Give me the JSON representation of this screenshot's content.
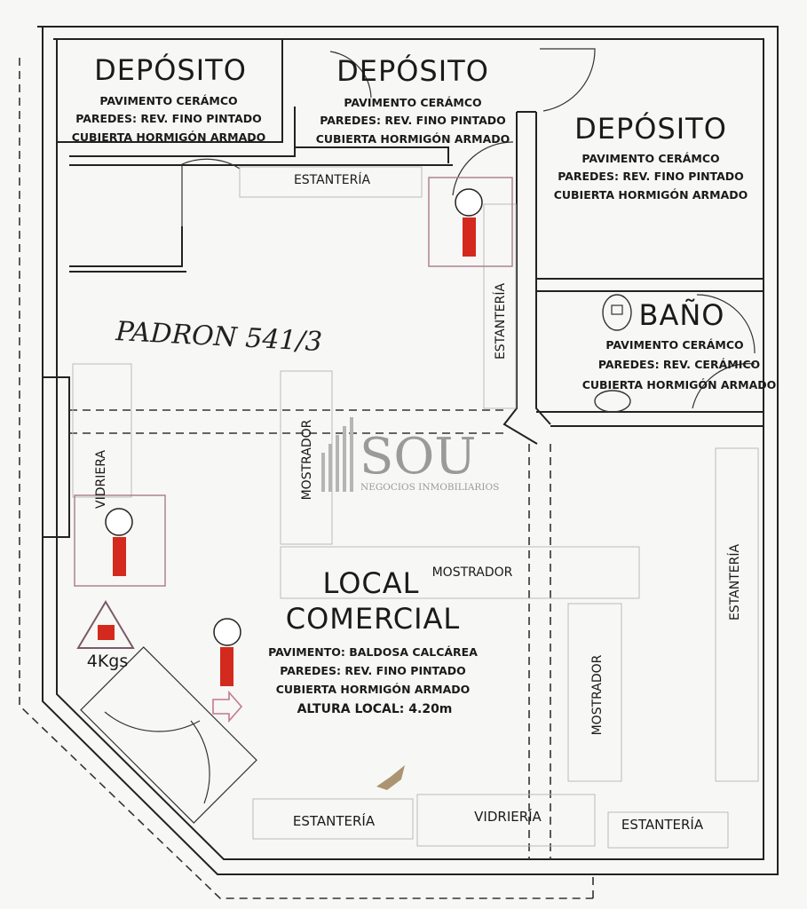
{
  "rooms": {
    "deposito_1": {
      "title": "DEPÓSITO",
      "lines": [
        "PAVIMENTO CERÁMCO",
        "PAREDES: REV. FINO PINTADO",
        "CUBIERTA HORMIGÓN ARMADO"
      ]
    },
    "deposito_2": {
      "title": "DEPÓSITO",
      "lines": [
        "PAVIMENTO CERÁMCO",
        "PAREDES: REV. FINO PINTADO",
        "CUBIERTA HORMIGÓN ARMADO"
      ]
    },
    "deposito_3": {
      "title": "DEPÓSITO",
      "lines": [
        "PAVIMENTO CERÁMCO",
        "PAREDES: REV. FINO PINTADO",
        "CUBIERTA HORMIGÓN ARMADO"
      ]
    },
    "bano": {
      "title": "BAÑO",
      "lines": [
        "PAVIMENTO CERÁMCO",
        "PAREDES: REV. CERÁMICO",
        "CUBIERTA HORMIGÓN ARMADO"
      ]
    },
    "local": {
      "title_1": "LOCAL",
      "title_2": "COMERCIAL",
      "lines": [
        "PAVIMENTO: BALDOSA CALCÁREA",
        "PAREDES: REV. FINO PINTADO",
        "CUBIERTA HORMIGÓN ARMADO",
        "ALTURA LOCAL: 4.20m"
      ]
    }
  },
  "labels": {
    "estanteria_top": "ESTANTERÍA",
    "estanteria_vertical_center": "ESTANTERÍA",
    "estanteria_right": "ESTANTERÍA",
    "estanteria_bottom_left": "ESTANTERÍA",
    "estanteria_bottom_right": "ESTANTERÍA",
    "vidriera_left": "VIDRIERA",
    "vidriera_bottom": "VIDRIERÍA",
    "mostrador_center": "MOSTRADOR",
    "mostrador_top": "MOSTRADOR",
    "mostrador_right": "MOSTRADOR",
    "extinguisher_weight": "4Kgs"
  },
  "handwritten": "PADRON 541/3",
  "watermark": {
    "brand": "SOU",
    "tagline": "NEGOCIOS INMOBILIARIOS"
  },
  "colors": {
    "ink": "#1a1a1a",
    "fire_red": "#d42a1e",
    "marker_frame": "#a97a8c",
    "paper": "#f7f7f5",
    "watermark": "#9a9a9a"
  },
  "icons": [
    "fire-extinguisher-symbol",
    "fire-hydrant-symbol",
    "warning-triangle-icon",
    "exit-arrow-icon",
    "toilet-icon",
    "sink-icon"
  ]
}
